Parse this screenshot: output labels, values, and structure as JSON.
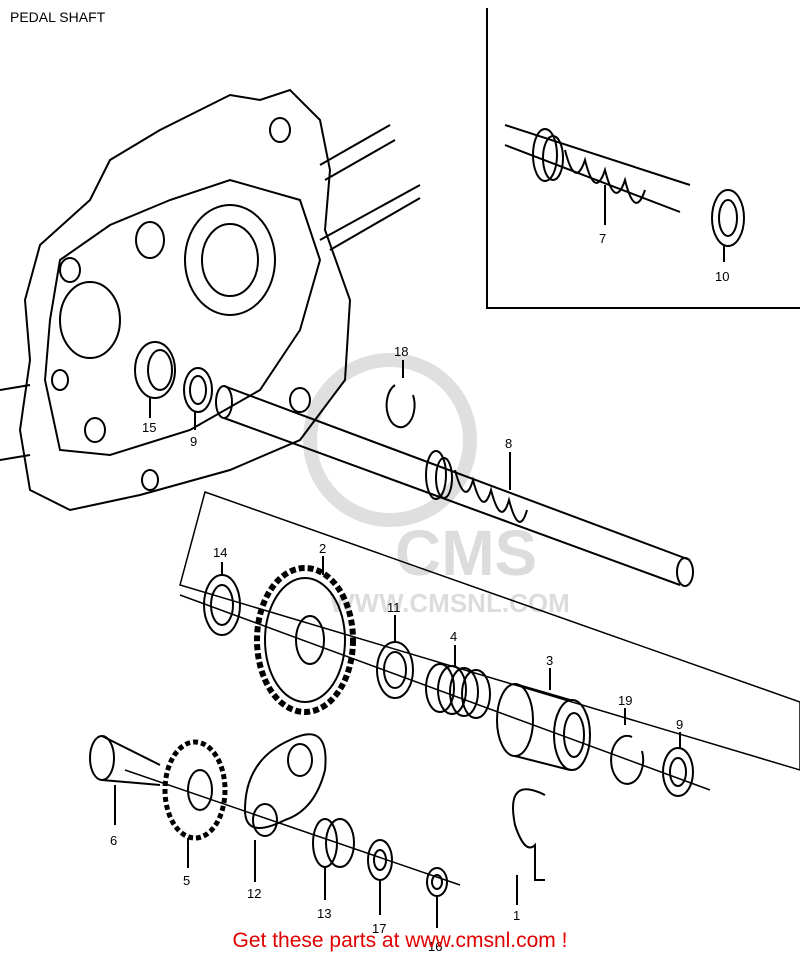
{
  "title": "PEDAL SHAFT",
  "footer": "Get these parts at www.cmsnl.com !",
  "watermark": {
    "brand": "CMS",
    "url": "WWW.CMSNL.COM"
  },
  "callouts": [
    "1",
    "2",
    "3",
    "4",
    "5",
    "6",
    "7",
    "8",
    "9",
    "9",
    "10",
    "11",
    "12",
    "13",
    "14",
    "15",
    "16",
    "17",
    "18",
    "19"
  ],
  "colors": {
    "line": "#000000",
    "footer": "#e00000",
    "watermark": "#d9d9d9"
  }
}
